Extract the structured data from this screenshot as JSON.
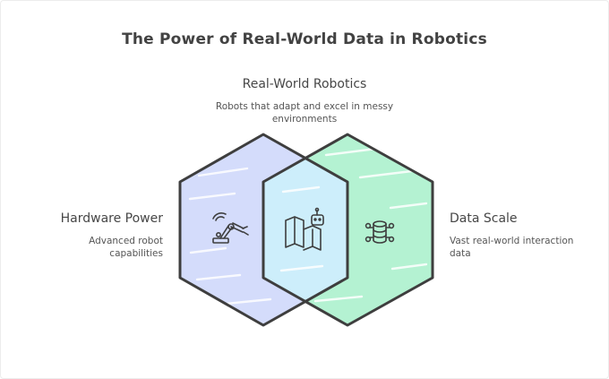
{
  "title": "The Power of Real-World Data in Robotics",
  "top": {
    "heading": "Real-World Robotics",
    "description": "Robots that adapt and excel in messy environments",
    "icon": "robot-and-map-icon"
  },
  "left": {
    "heading": "Hardware Power",
    "description": "Advanced robot capabilities",
    "icon": "robotic-arm-icon",
    "color": "#d4dcfb"
  },
  "right": {
    "heading": "Data Scale",
    "description": "Vast real-world interaction data",
    "icon": "database-network-icon",
    "color": "#b4f2d2"
  },
  "overlap_color": "#cdeefb",
  "stroke_color": "#3e3e3e"
}
